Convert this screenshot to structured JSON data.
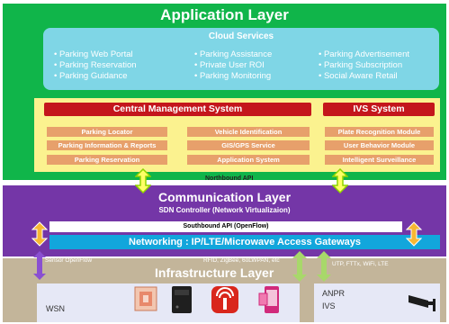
{
  "application_layer": {
    "title": "Application Layer",
    "cloud": {
      "title": "Cloud Services",
      "col1": [
        "Parking Web Portal",
        "Parking Reservation",
        "Parking Guidance"
      ],
      "col2": [
        "Parking Assistance",
        "Private User ROI",
        "Parking Monitoring"
      ],
      "col3": [
        "Parking Advertisement",
        "Parking Subscription",
        "Social Aware Retail"
      ]
    },
    "cms": {
      "title": "Central Management System",
      "left_items": [
        "Parking Locator",
        "Parking Information & Reports",
        "Parking Reservation"
      ],
      "right_items": [
        "Vehicle Identification",
        "GIS/GPS Service",
        "Application System"
      ]
    },
    "ivs": {
      "title": "IVS System",
      "items": [
        "Plate Recognition Module",
        "User Behavior Module",
        "Intelligent Surveillance"
      ]
    }
  },
  "northbound_api": "Northbound API",
  "communication_layer": {
    "title": "Communication Layer",
    "subtitle": "SDN Controller (Network Virtualizaion)",
    "southbound": "Southbound API (OpenFlow)",
    "networking": "Networking : IP/LTE/Microwave Access Gateways"
  },
  "infrastructure_layer": {
    "title": "Infrastructure Layer",
    "sensor_note": "Sensor OpenFlow",
    "rfid_note": "RFID, ZigBee, 6oLWPAN, etc",
    "utp_note": "UTP, FTTx, WiFi, LTE",
    "wsn_label": "WSN",
    "anpr_label": "ANPR",
    "ivs_label": "IVS"
  },
  "colors": {
    "application": "#10b54a",
    "cloud": "#7fd6e6",
    "management": "#fbf28f",
    "header_red": "#c4161c",
    "pill_orange": "#e7a06b",
    "communication": "#7436a7",
    "networking": "#12a6dc",
    "infrastructure": "#c3b59a",
    "device_box": "#e6e8f6"
  },
  "icons": [
    "sensor-node-icon",
    "controller-box-icon",
    "rfid-tag-icon",
    "nfc-phone-icon",
    "cctv-camera-icon"
  ]
}
